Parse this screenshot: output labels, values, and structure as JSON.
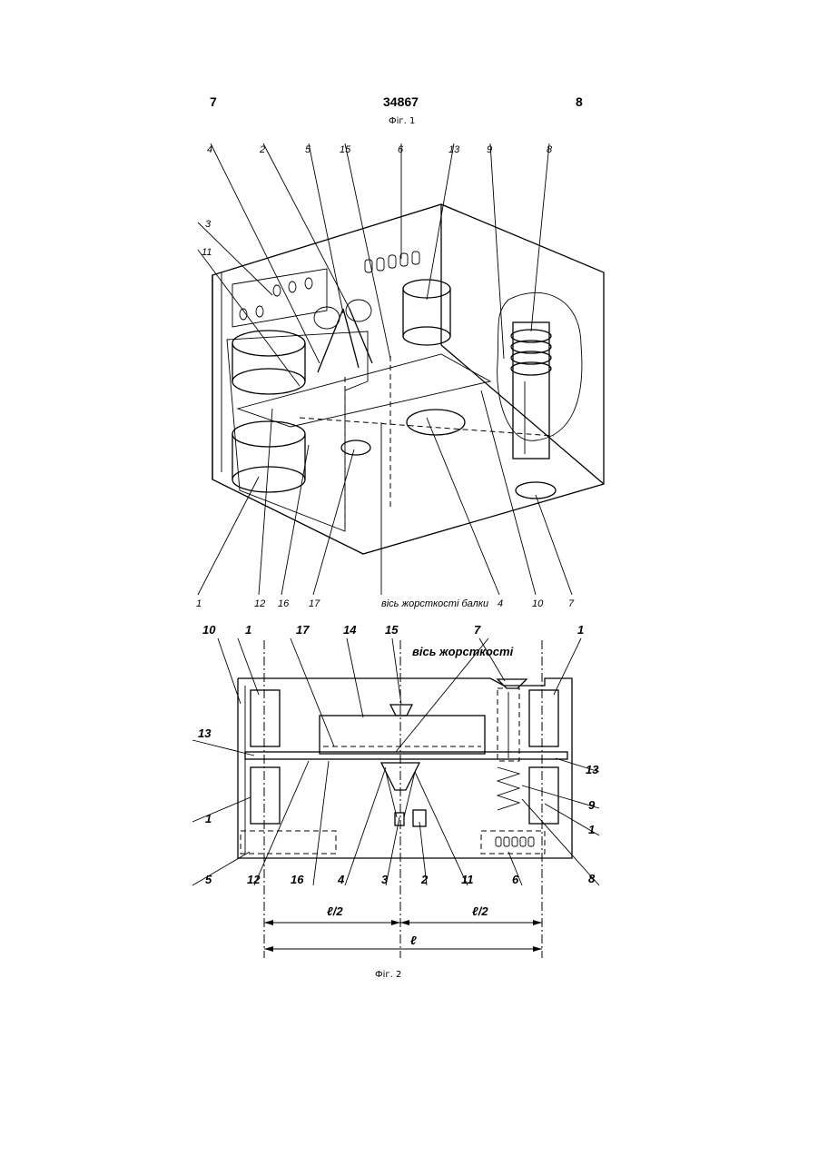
{
  "header": {
    "page_left": "7",
    "patent_number": "34867",
    "page_right": "8"
  },
  "figure1": {
    "caption": "Фіг. 1",
    "bottom_label": "вісь жорсткості балки",
    "callouts_top": [
      "4",
      "2",
      "5",
      "15",
      "6",
      "13",
      "9",
      "8"
    ],
    "callouts_left": [
      "3",
      "11"
    ],
    "callouts_bottom": [
      "1",
      "12",
      "16",
      "17",
      "4",
      "10",
      "7"
    ]
  },
  "figure2": {
    "caption": "Фіг. 2",
    "axis_label": "вісь жорсткості",
    "half_span_left": "ℓ/2",
    "half_span_right": "ℓ/2",
    "span": "ℓ",
    "labels_top": [
      "10",
      "1",
      "17",
      "14",
      "15",
      "7",
      "1"
    ],
    "labels_left": [
      "13",
      "1",
      "5"
    ],
    "labels_right": [
      "13",
      "9",
      "1",
      "8"
    ],
    "labels_bottom": [
      "12",
      "16",
      "4",
      "3",
      "2",
      "11",
      "6"
    ]
  }
}
